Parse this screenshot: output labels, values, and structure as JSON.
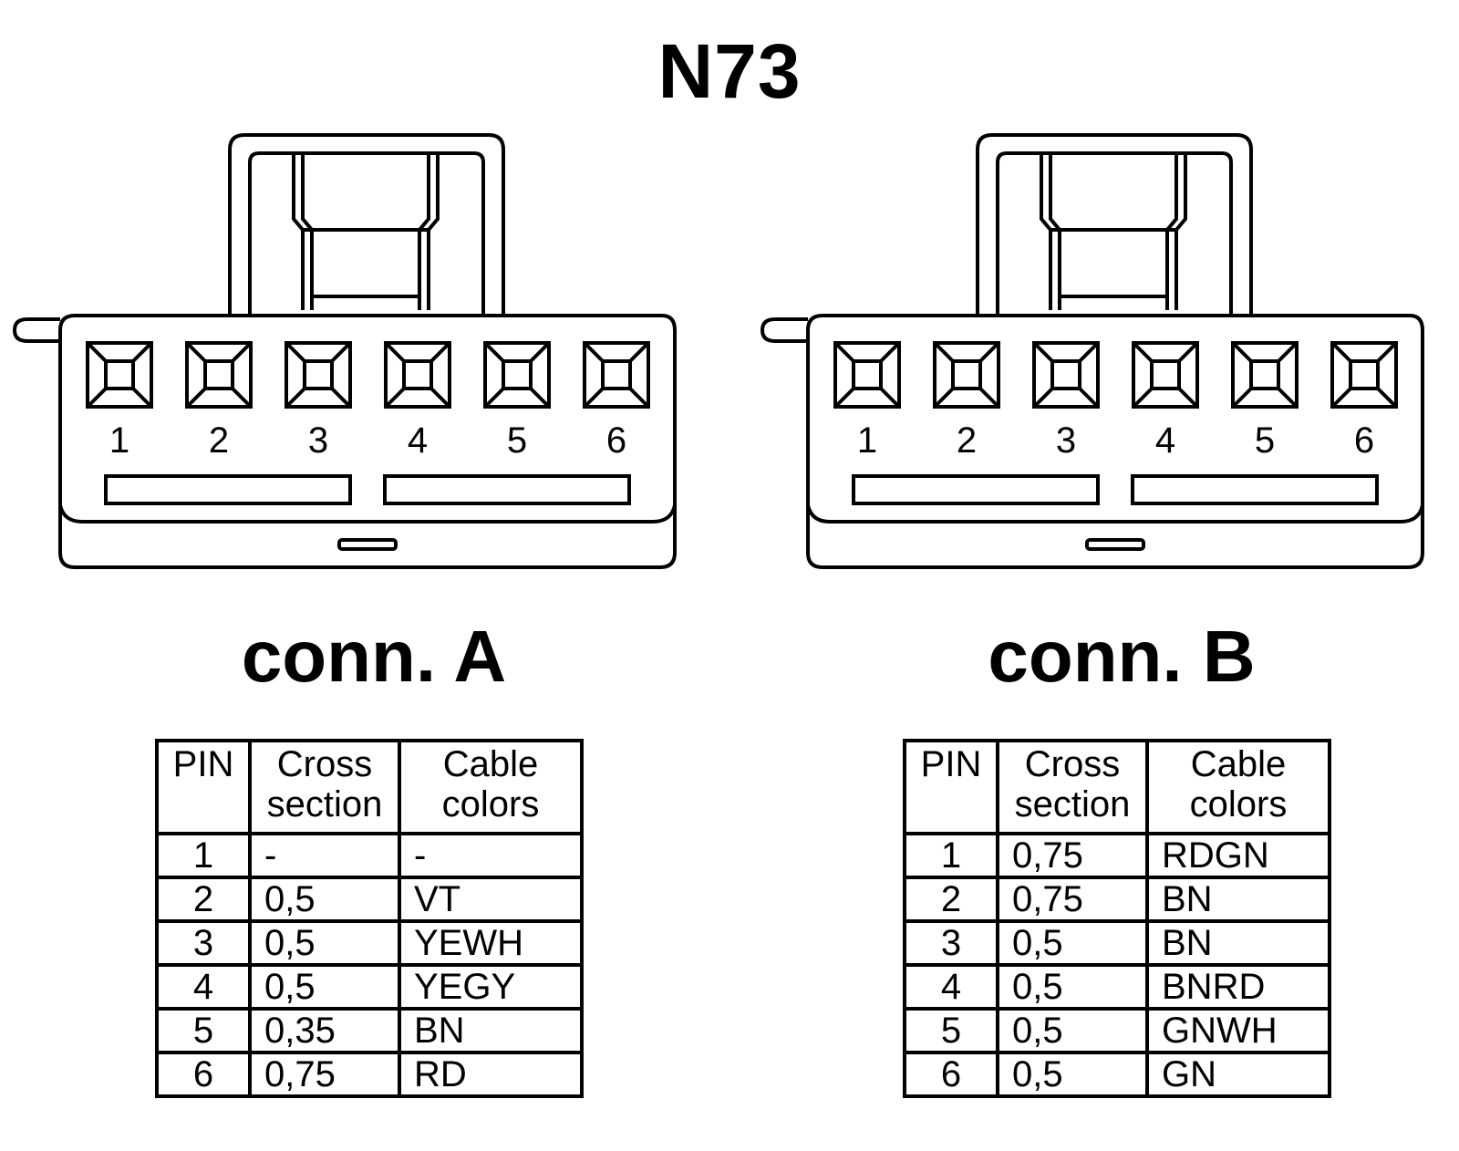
{
  "title": "N73",
  "connectors": [
    {
      "label": "conn. A",
      "pin_numbers": [
        "1",
        "2",
        "3",
        "4",
        "5",
        "6"
      ],
      "table": {
        "headers": {
          "pin_line1": "PIN",
          "cs_line1": "Cross",
          "cs_line2": "section",
          "col_line1": "Cable",
          "col_line2": "colors"
        },
        "rows": [
          {
            "pin": "1",
            "cross_section": "-",
            "color": "-"
          },
          {
            "pin": "2",
            "cross_section": "0,5",
            "color": "VT"
          },
          {
            "pin": "3",
            "cross_section": "0,5",
            "color": "YEWH"
          },
          {
            "pin": "4",
            "cross_section": "0,5",
            "color": "YEGY"
          },
          {
            "pin": "5",
            "cross_section": "0,35",
            "color": "BN"
          },
          {
            "pin": "6",
            "cross_section": "0,75",
            "color": "RD"
          }
        ]
      }
    },
    {
      "label": "conn. B",
      "pin_numbers": [
        "1",
        "2",
        "3",
        "4",
        "5",
        "6"
      ],
      "table": {
        "headers": {
          "pin_line1": "PIN",
          "cs_line1": "Cross",
          "cs_line2": "section",
          "col_line1": "Cable",
          "col_line2": "colors"
        },
        "rows": [
          {
            "pin": "1",
            "cross_section": "0,75",
            "color": "RDGN"
          },
          {
            "pin": "2",
            "cross_section": "0,75",
            "color": "BN"
          },
          {
            "pin": "3",
            "cross_section": "0,5",
            "color": "BN"
          },
          {
            "pin": "4",
            "cross_section": "0,5",
            "color": "BNRD"
          },
          {
            "pin": "5",
            "cross_section": "0,5",
            "color": "GNWH"
          },
          {
            "pin": "6",
            "cross_section": "0,5",
            "color": "GN"
          }
        ]
      }
    }
  ]
}
